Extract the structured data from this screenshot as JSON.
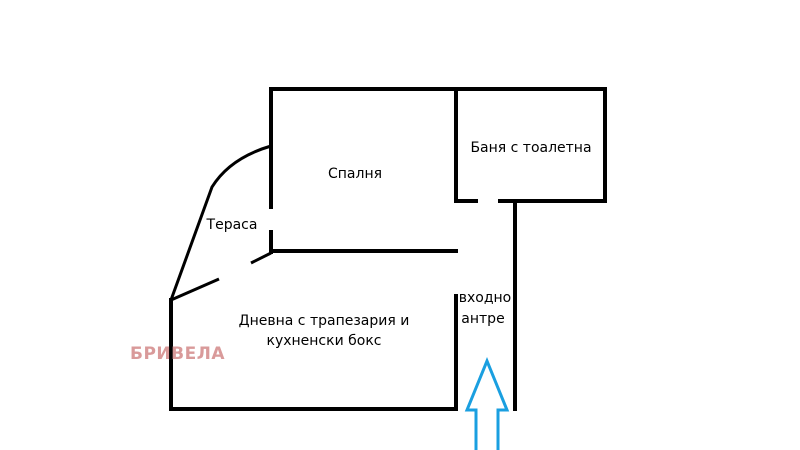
{
  "rooms": {
    "bedroom": "Спалня",
    "bathroom": "Баня с тоалетна",
    "terrace": "Тераса",
    "living_line1": "Дневна с трапезария и",
    "living_line2": "кухненски бокс",
    "hall_line1": "входно",
    "hall_line2": "антре"
  },
  "watermark": "БРИВЕЛА",
  "colors": {
    "walls": "#000000",
    "entrance_arrow": "#1a9fe0",
    "watermark": "#d99a9a"
  },
  "icons": {
    "entrance": "entrance-arrow-icon"
  }
}
